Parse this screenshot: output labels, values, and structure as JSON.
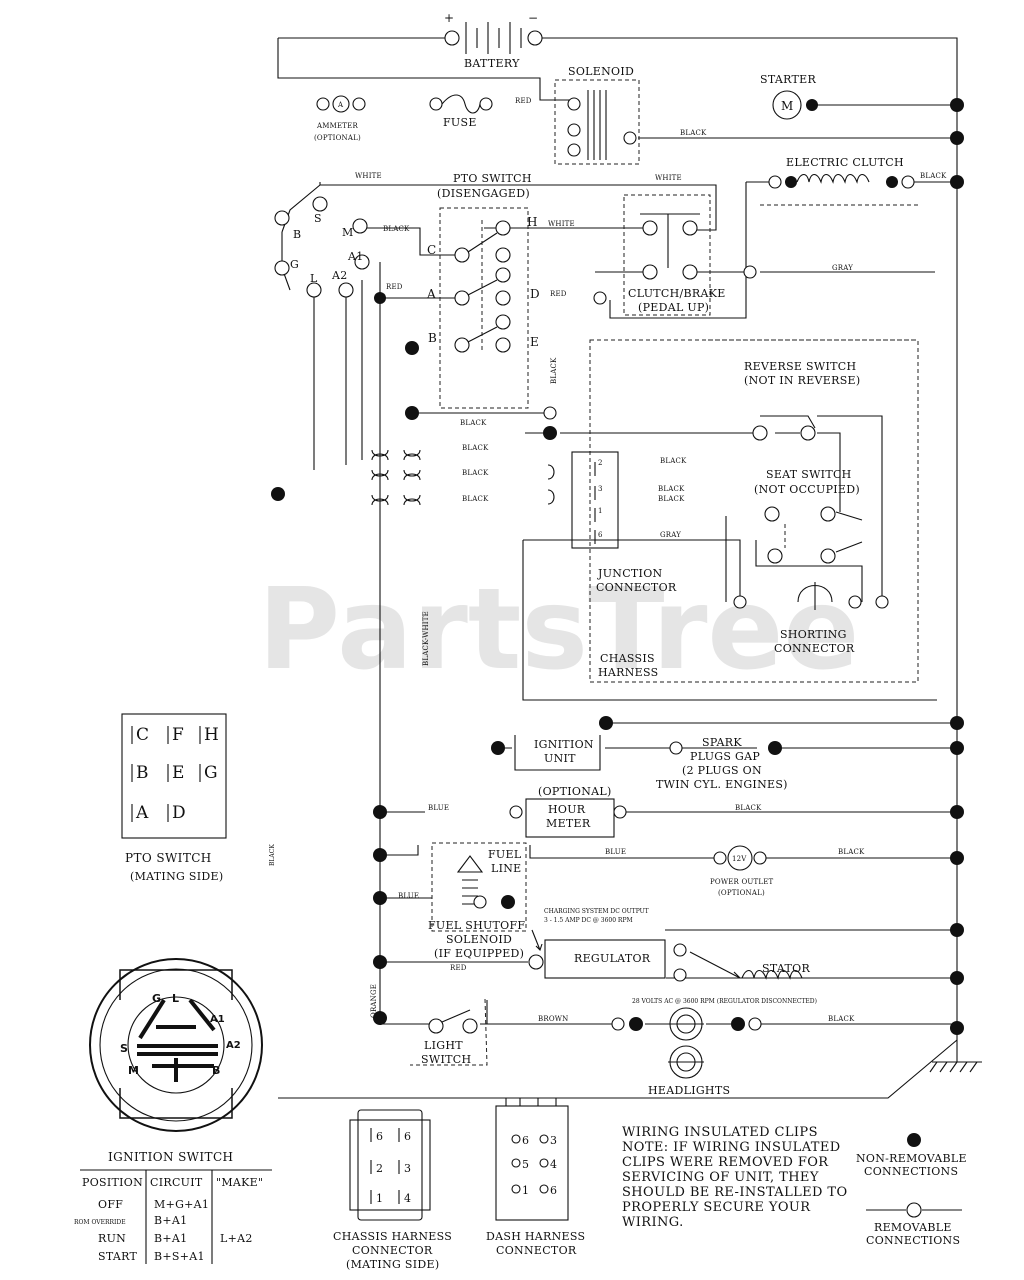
{
  "watermark": "PartsTree",
  "components": {
    "battery": "BATTERY",
    "battery_plus": "+",
    "battery_minus": "−",
    "solenoid": "SOLENOID",
    "starter": "STARTER",
    "starter_symbol": "M",
    "ammeter": "AMMETER",
    "ammeter_optional": "(OPTIONAL)",
    "ammeter_symbol": "A",
    "fuse": "FUSE",
    "electric_clutch": "ELECTRIC CLUTCH",
    "pto_switch": "PTO SWITCH",
    "pto_switch_state": "(DISENGAGED)",
    "clutch_brake": "CLUTCH/BRAKE",
    "clutch_brake_state": "(PEDAL UP)",
    "reverse_switch": "REVERSE SWITCH",
    "reverse_switch_state": "(NOT IN REVERSE)",
    "seat_switch": "SEAT SWITCH",
    "seat_switch_state": "(NOT OCCUPIED)",
    "junction_connector_1": "JUNCTION",
    "junction_connector_2": "CONNECTOR",
    "chassis_harness_1": "CHASSIS",
    "chassis_harness_2": "HARNESS",
    "shorting_connector_1": "SHORTING",
    "shorting_connector_2": "CONNECTOR",
    "ignition_unit_1": "IGNITION",
    "ignition_unit_2": "UNIT",
    "spark_plugs_1": "SPARK",
    "spark_plugs_2": "PLUGS GAP",
    "spark_plugs_3": "(2 PLUGS ON",
    "spark_plugs_4": "TWIN CYL. ENGINES)",
    "hour_meter_optional": "(OPTIONAL)",
    "hour_meter_1": "HOUR",
    "hour_meter_2": "METER",
    "fuel_line_1": "FUEL",
    "fuel_line_2": "LINE",
    "power_outlet_symbol": "12V",
    "power_outlet_1": "POWER OUTLET",
    "power_outlet_2": "(OPTIONAL)",
    "fuel_solenoid_1": "FUEL SHUTOFF",
    "fuel_solenoid_2": "SOLENOID",
    "fuel_solenoid_3": "(IF EQUIPPED)",
    "charging_1": "CHARGING SYSTEM DC OUTPUT",
    "charging_2": "3 - 1.5 AMP DC @ 3600 RPM",
    "regulator": "REGULATOR",
    "stator": "STATOR",
    "stator_note": "28 VOLTS AC @ 3600 RPM (REGULATOR DISCONNECTED)",
    "light_switch_1": "LIGHT",
    "light_switch_2": "SWITCH",
    "headlights": "HEADLIGHTS"
  },
  "wire_labels": {
    "red": "RED",
    "black": "BLACK",
    "white": "WHITE",
    "gray": "GRAY",
    "blue": "BLUE",
    "orange": "ORANGE",
    "brown": "BROWN",
    "black_white": "BLACK-WHITE"
  },
  "terminals": {
    "c": "C",
    "h": "H",
    "a": "A",
    "d": "D",
    "b": "B",
    "e": "E",
    "s": "S",
    "m": "M",
    "g": "G",
    "l": "L",
    "a1": "A1",
    "a2": "A2",
    "j2": "2",
    "j3": "3",
    "j1": "1",
    "j6": "6"
  },
  "pto_mating": {
    "cells": [
      "C",
      "F",
      "H",
      "B",
      "E",
      "G",
      "A",
      "D"
    ],
    "title": "PTO SWITCH",
    "subtitle": "(MATING SIDE)"
  },
  "ignition_switch": {
    "title": "IGNITION SWITCH",
    "face_labels": [
      "G",
      "L",
      "A1",
      "A2",
      "S",
      "M",
      "B"
    ],
    "table_headers": [
      "POSITION",
      "CIRCUIT",
      "\"MAKE\""
    ],
    "rows": [
      [
        "OFF",
        "M+G+A1",
        ""
      ],
      [
        "ROM OVERRIDE",
        "B+A1",
        ""
      ],
      [
        "RUN",
        "B+A1",
        "L+A2"
      ],
      [
        "START",
        "B+S+A1",
        ""
      ]
    ]
  },
  "connectors": {
    "chassis_1": "CHASSIS HARNESS",
    "chassis_2": "CONNECTOR",
    "chassis_3": "(MATING SIDE)",
    "chassis_pins": [
      "6",
      "6",
      "2",
      "3",
      "1",
      "4"
    ],
    "dash_1": "DASH HARNESS",
    "dash_2": "CONNECTOR",
    "dash_pins": [
      "6",
      "3",
      "5",
      "4",
      "1",
      "6"
    ]
  },
  "notes": {
    "clips": [
      "WIRING INSULATED CLIPS",
      "NOTE: IF WIRING INSULATED",
      "CLIPS WERE REMOVED FOR",
      "SERVICING OF UNIT, THEY",
      "SHOULD BE RE-INSTALLED TO",
      "PROPERLY SECURE YOUR",
      "WIRING."
    ],
    "legend_nonremovable_1": "NON-REMOVABLE",
    "legend_nonremovable_2": "CONNECTIONS",
    "legend_removable_1": "REMOVABLE",
    "legend_removable_2": "CONNECTIONS"
  }
}
